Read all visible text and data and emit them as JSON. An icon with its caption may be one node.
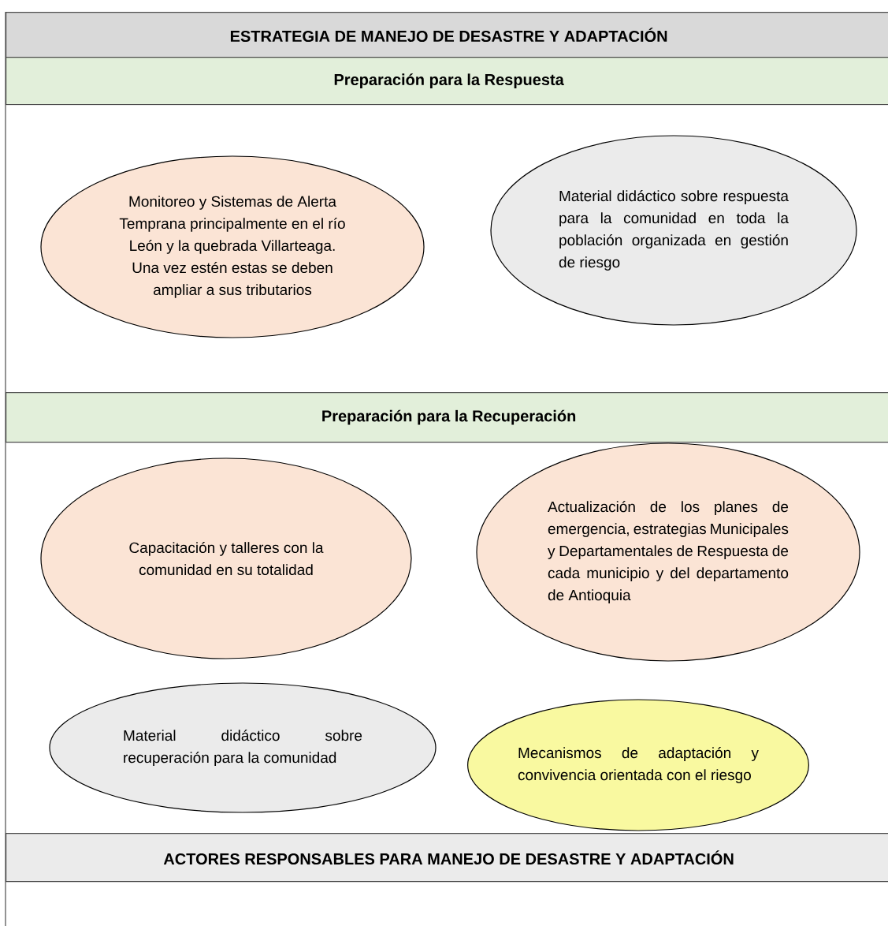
{
  "diagram": {
    "nodes": [
      {
        "text": [
          "ESTRATEGIA DE MANEJO DE DESASTRE Y ADAPTACIÓN"
        ]
      },
      {
        "text": [
          "Preparación para la Respuesta"
        ]
      },
      {
        "text": [
          "Monitoreo y Sistemas de Alerta Temprana principalmente en el río León y la quebrada Villarteaga. Una vez estén estas se deben ampliar a sus tributarios"
        ]
      },
      {
        "text": [
          "Material didáctico sobre respuesta para la comunidad en toda la población organizada en gestión de riesgo"
        ]
      },
      {
        "text": [
          "Preparación para la Recuperación"
        ]
      },
      {
        "text": [
          "Capacitación y talleres con la comunidad en su totalidad"
        ]
      },
      {
        "text": [
          "Actualización de los planes de emergencia, estrategias Municipales y Departamentales de Respuesta de cada municipio y del departamento de Antioquia"
        ]
      },
      {
        "text": [
          "Material didáctico sobre recuperación para la comunidad"
        ]
      },
      {
        "text": [
          "Mecanismos de adaptación y convivencia orientada con el riesgo"
        ]
      },
      {
        "text": [
          "ACTORES RESPONSABLES PARA MANEJO DE DESASTRE Y ADAPTACIÓN"
        ]
      }
    ],
    "edges": []
  }
}
